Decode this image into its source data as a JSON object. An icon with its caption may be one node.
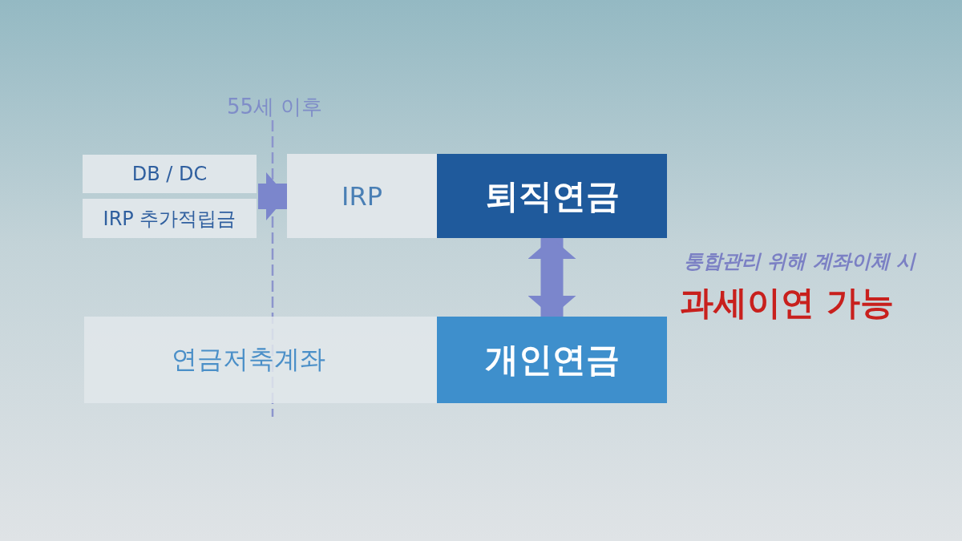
{
  "diagram": {
    "nodes": [
      {
        "text": [
          "DB / DC"
        ]
      },
      {
        "text": [
          "IRP 추가적립금"
        ]
      },
      {
        "text": [
          "IRP"
        ]
      },
      {
        "text": [
          "퇴직연금"
        ]
      },
      {
        "text": [
          "연금저축계좌"
        ]
      },
      {
        "text": [
          "개인연금"
        ]
      }
    ],
    "edges": [
      {
        "from": 0,
        "to": 2,
        "arrow": "to"
      },
      {
        "from": 1,
        "to": 2,
        "arrow": "to"
      },
      {
        "from": 3,
        "to": 5,
        "arrow": "both"
      }
    ],
    "labels": [
      "55세 이후",
      "통합관리 위해 계좌이체 시",
      "과세이연 가능"
    ]
  }
}
